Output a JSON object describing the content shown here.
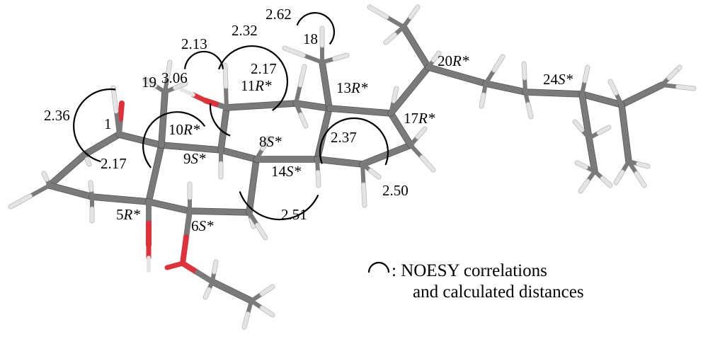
{
  "atom_labels": [
    {
      "id": "c1",
      "num": "1",
      "cfg": ""
    },
    {
      "id": "c19",
      "num": "19",
      "cfg": ""
    },
    {
      "id": "c10",
      "num": "10",
      "cfg": "R*"
    },
    {
      "id": "c9",
      "num": "9",
      "cfg": "S*"
    },
    {
      "id": "c5",
      "num": "5",
      "cfg": "R*"
    },
    {
      "id": "c6",
      "num": "6",
      "cfg": "S*"
    },
    {
      "id": "c8",
      "num": "8",
      "cfg": "S*"
    },
    {
      "id": "c14",
      "num": "14",
      "cfg": "S*"
    },
    {
      "id": "c11",
      "num": "11",
      "cfg": "R*"
    },
    {
      "id": "c13",
      "num": "13",
      "cfg": "R*"
    },
    {
      "id": "c17",
      "num": "17",
      "cfg": "R*"
    },
    {
      "id": "c18",
      "num": "18",
      "cfg": ""
    },
    {
      "id": "c20",
      "num": "20",
      "cfg": "R*"
    },
    {
      "id": "c24",
      "num": "24",
      "cfg": "S*"
    }
  ],
  "distances": [
    {
      "id": "d1",
      "value": "2.36"
    },
    {
      "id": "d2",
      "value": "2.17"
    },
    {
      "id": "d3",
      "value": "2.13"
    },
    {
      "id": "d4",
      "value": "3.06"
    },
    {
      "id": "d5",
      "value": "2.32"
    },
    {
      "id": "d6",
      "value": "2.17"
    },
    {
      "id": "d7",
      "value": "2.62"
    },
    {
      "id": "d8",
      "value": "2.37"
    },
    {
      "id": "d9",
      "value": "2.50"
    },
    {
      "id": "d10",
      "value": "2.51"
    }
  ],
  "legend": {
    "line1": ": NOESY correlations",
    "line2": "and calculated distances"
  },
  "colors": {
    "bond": "#7a7a7a",
    "bond_dark": "#555555",
    "hydrogen": "#e4e4e4",
    "oxygen": "#e0303a",
    "arc": "#000000"
  }
}
